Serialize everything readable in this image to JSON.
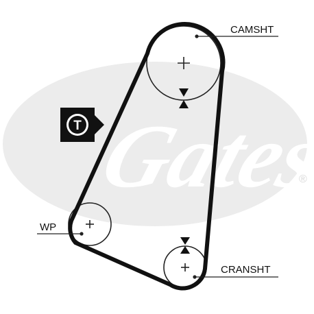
{
  "diagram": {
    "labels": {
      "camshaft": "CAMSHT",
      "crankshaft": "CRANSHT",
      "water_pump": "WP"
    },
    "tensioner_badge": "T",
    "watermark": {
      "brand": "Gates",
      "registered_mark": "®"
    },
    "icons": [
      "tensioner-badge-icon",
      "timing-mark-arrow-icon",
      "center-crosshair-icon",
      "gates-watermark-logo"
    ],
    "colors": {
      "belt": "#111111",
      "pulley_outline": "#222222",
      "watermark": "#ececec",
      "badge_fill": "#111111",
      "badge_text": "#ffffff"
    }
  }
}
